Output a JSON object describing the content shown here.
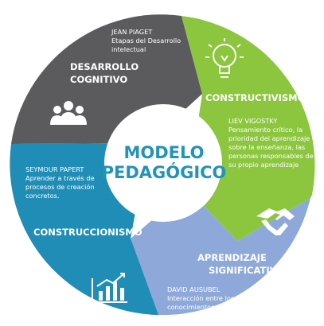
{
  "center": {
    "line1": "MODELO",
    "line2": "PEDAGÓGICO"
  },
  "colors": {
    "gray": "#5b5b5d",
    "green": "#8cc63f",
    "blue": "#8da8d9",
    "teal": "#1f8db5",
    "center_text": "#2393b6",
    "white": "#ffffff"
  },
  "segments": [
    {
      "id": "desarrollo-cognitivo",
      "title": [
        "DESARROLLO",
        "COGNITIVO"
      ],
      "text": [
        "JEAN PIAGET",
        "Etapas del Desarrollo",
        "intelectual"
      ],
      "icon": "group-of-people-icon"
    },
    {
      "id": "constructivismo",
      "title": [
        "CONSTRUCTIVISMO"
      ],
      "text": [
        "LIEV VIGOSTKY",
        "Pensamiento crítico, la",
        "prioridad del aprendizaje",
        "sobre la enseñanza, las",
        "personas responsables de",
        "su propio aprendizaje"
      ],
      "icon": "lightbulb-icon"
    },
    {
      "id": "aprendizaje-significativo",
      "title": [
        "APRENDIZAJE",
        "SIGNIFICATIVO"
      ],
      "text": [
        "DAVID AUSUBEL",
        "Interacción entre los",
        "conocimientos"
      ],
      "icon": "handshake-icon"
    },
    {
      "id": "construccionismo",
      "title": [
        "CONSTRUCCIONISMO"
      ],
      "text": [
        "SEYMOUR PAPERT",
        "Aprender a través de",
        "procesos de creación",
        "concretos."
      ],
      "icon": "bar-chart-growth-icon"
    }
  ]
}
